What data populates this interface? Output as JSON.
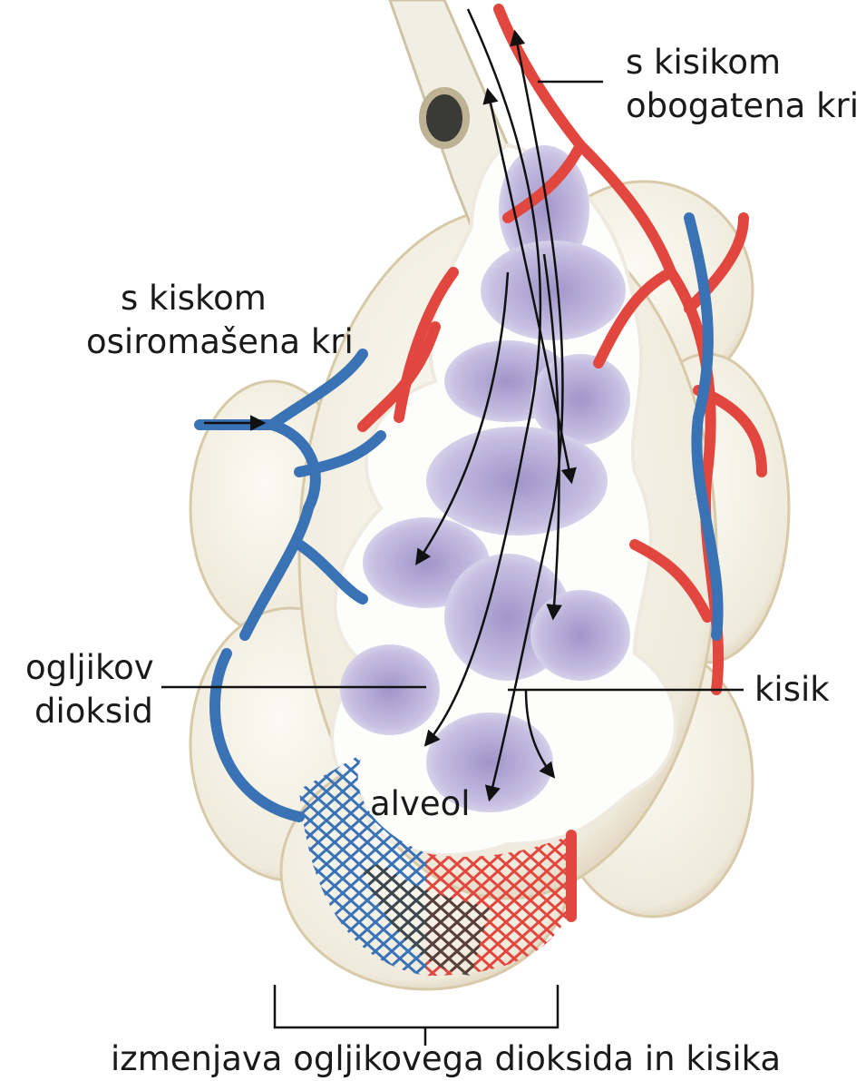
{
  "labels": {
    "oxygen_rich_blood": [
      "s kisikom",
      "obogatena kri"
    ],
    "oxygen_poor_blood": [
      "s kiskom",
      "osiromašena kri"
    ],
    "carbon_dioxide": [
      "ogljikov",
      "dioksid"
    ],
    "oxygen": "kisik",
    "alveolus": "alveol",
    "exchange": "izmenjava ogljikovega dioksida in kisika"
  },
  "colors": {
    "artery_red": "#e2473f",
    "vein_blue": "#3a72b6",
    "alveolus_lilac": "#b9b0d8",
    "tissue_cream": "#f4f2e6",
    "tissue_shadow": "#c9b79a"
  }
}
